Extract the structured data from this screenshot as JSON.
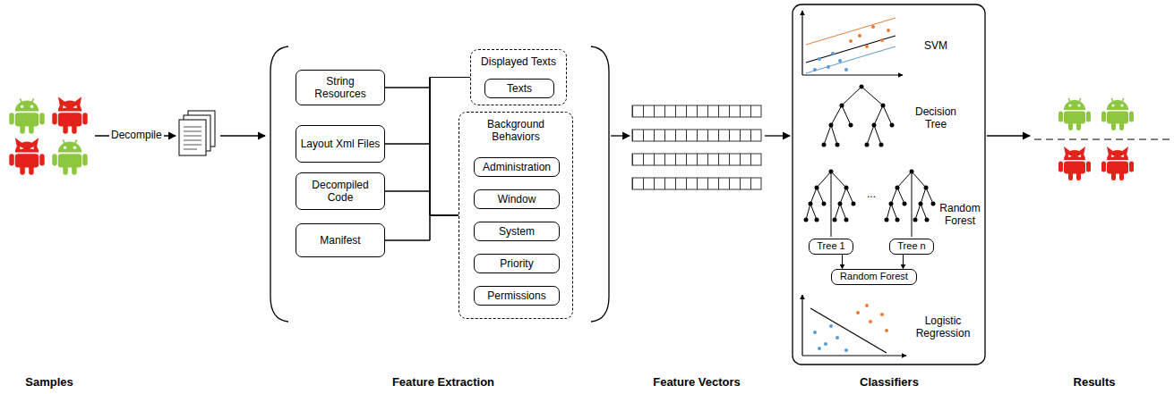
{
  "diagram": {
    "nodes": [
      {
        "text": [
          "String Resources"
        ]
      },
      {
        "text": [
          "Layout Xml Files"
        ]
      },
      {
        "text": [
          "Decompiled Code"
        ]
      },
      {
        "text": [
          "Manifest"
        ]
      },
      {
        "text": [
          "Displayed Texts"
        ]
      },
      {
        "text": [
          "Texts"
        ],
        "in": 4
      },
      {
        "text": [
          "Background Behaviors"
        ]
      },
      {
        "text": [
          "Administration"
        ],
        "in": 6
      },
      {
        "text": [
          "Window"
        ],
        "in": 6
      },
      {
        "text": [
          "System"
        ],
        "in": 6
      },
      {
        "text": [
          "Priority"
        ],
        "in": 6
      },
      {
        "text": [
          "Permissions"
        ],
        "in": 6
      },
      {
        "text": [
          "Tree 1"
        ]
      },
      {
        "text": [
          "Tree n"
        ]
      },
      {
        "text": [
          "Random Forest"
        ]
      }
    ],
    "edges": [
      {
        "from": 0,
        "to": 4,
        "arrow": "none"
      },
      {
        "from": 0,
        "to": 6,
        "arrow": "none"
      },
      {
        "from": 1,
        "to": 4,
        "arrow": "none"
      },
      {
        "from": 1,
        "to": 6,
        "arrow": "none"
      },
      {
        "from": 2,
        "to": 4,
        "arrow": "none"
      },
      {
        "from": 2,
        "to": 6,
        "arrow": "none"
      },
      {
        "from": 3,
        "to": 4,
        "arrow": "none"
      },
      {
        "from": 3,
        "to": 6,
        "arrow": "none"
      },
      {
        "from": 12,
        "to": 14,
        "arrow": "to"
      },
      {
        "from": 13,
        "to": 14,
        "arrow": "to"
      }
    ],
    "labels": [
      "Decompile",
      "SVM",
      "Decision Tree",
      "...",
      "Random Forest",
      "Logistic Regression",
      "Samples",
      "Feature Extraction",
      "Feature Vectors",
      "Classifiers",
      "Results"
    ]
  }
}
